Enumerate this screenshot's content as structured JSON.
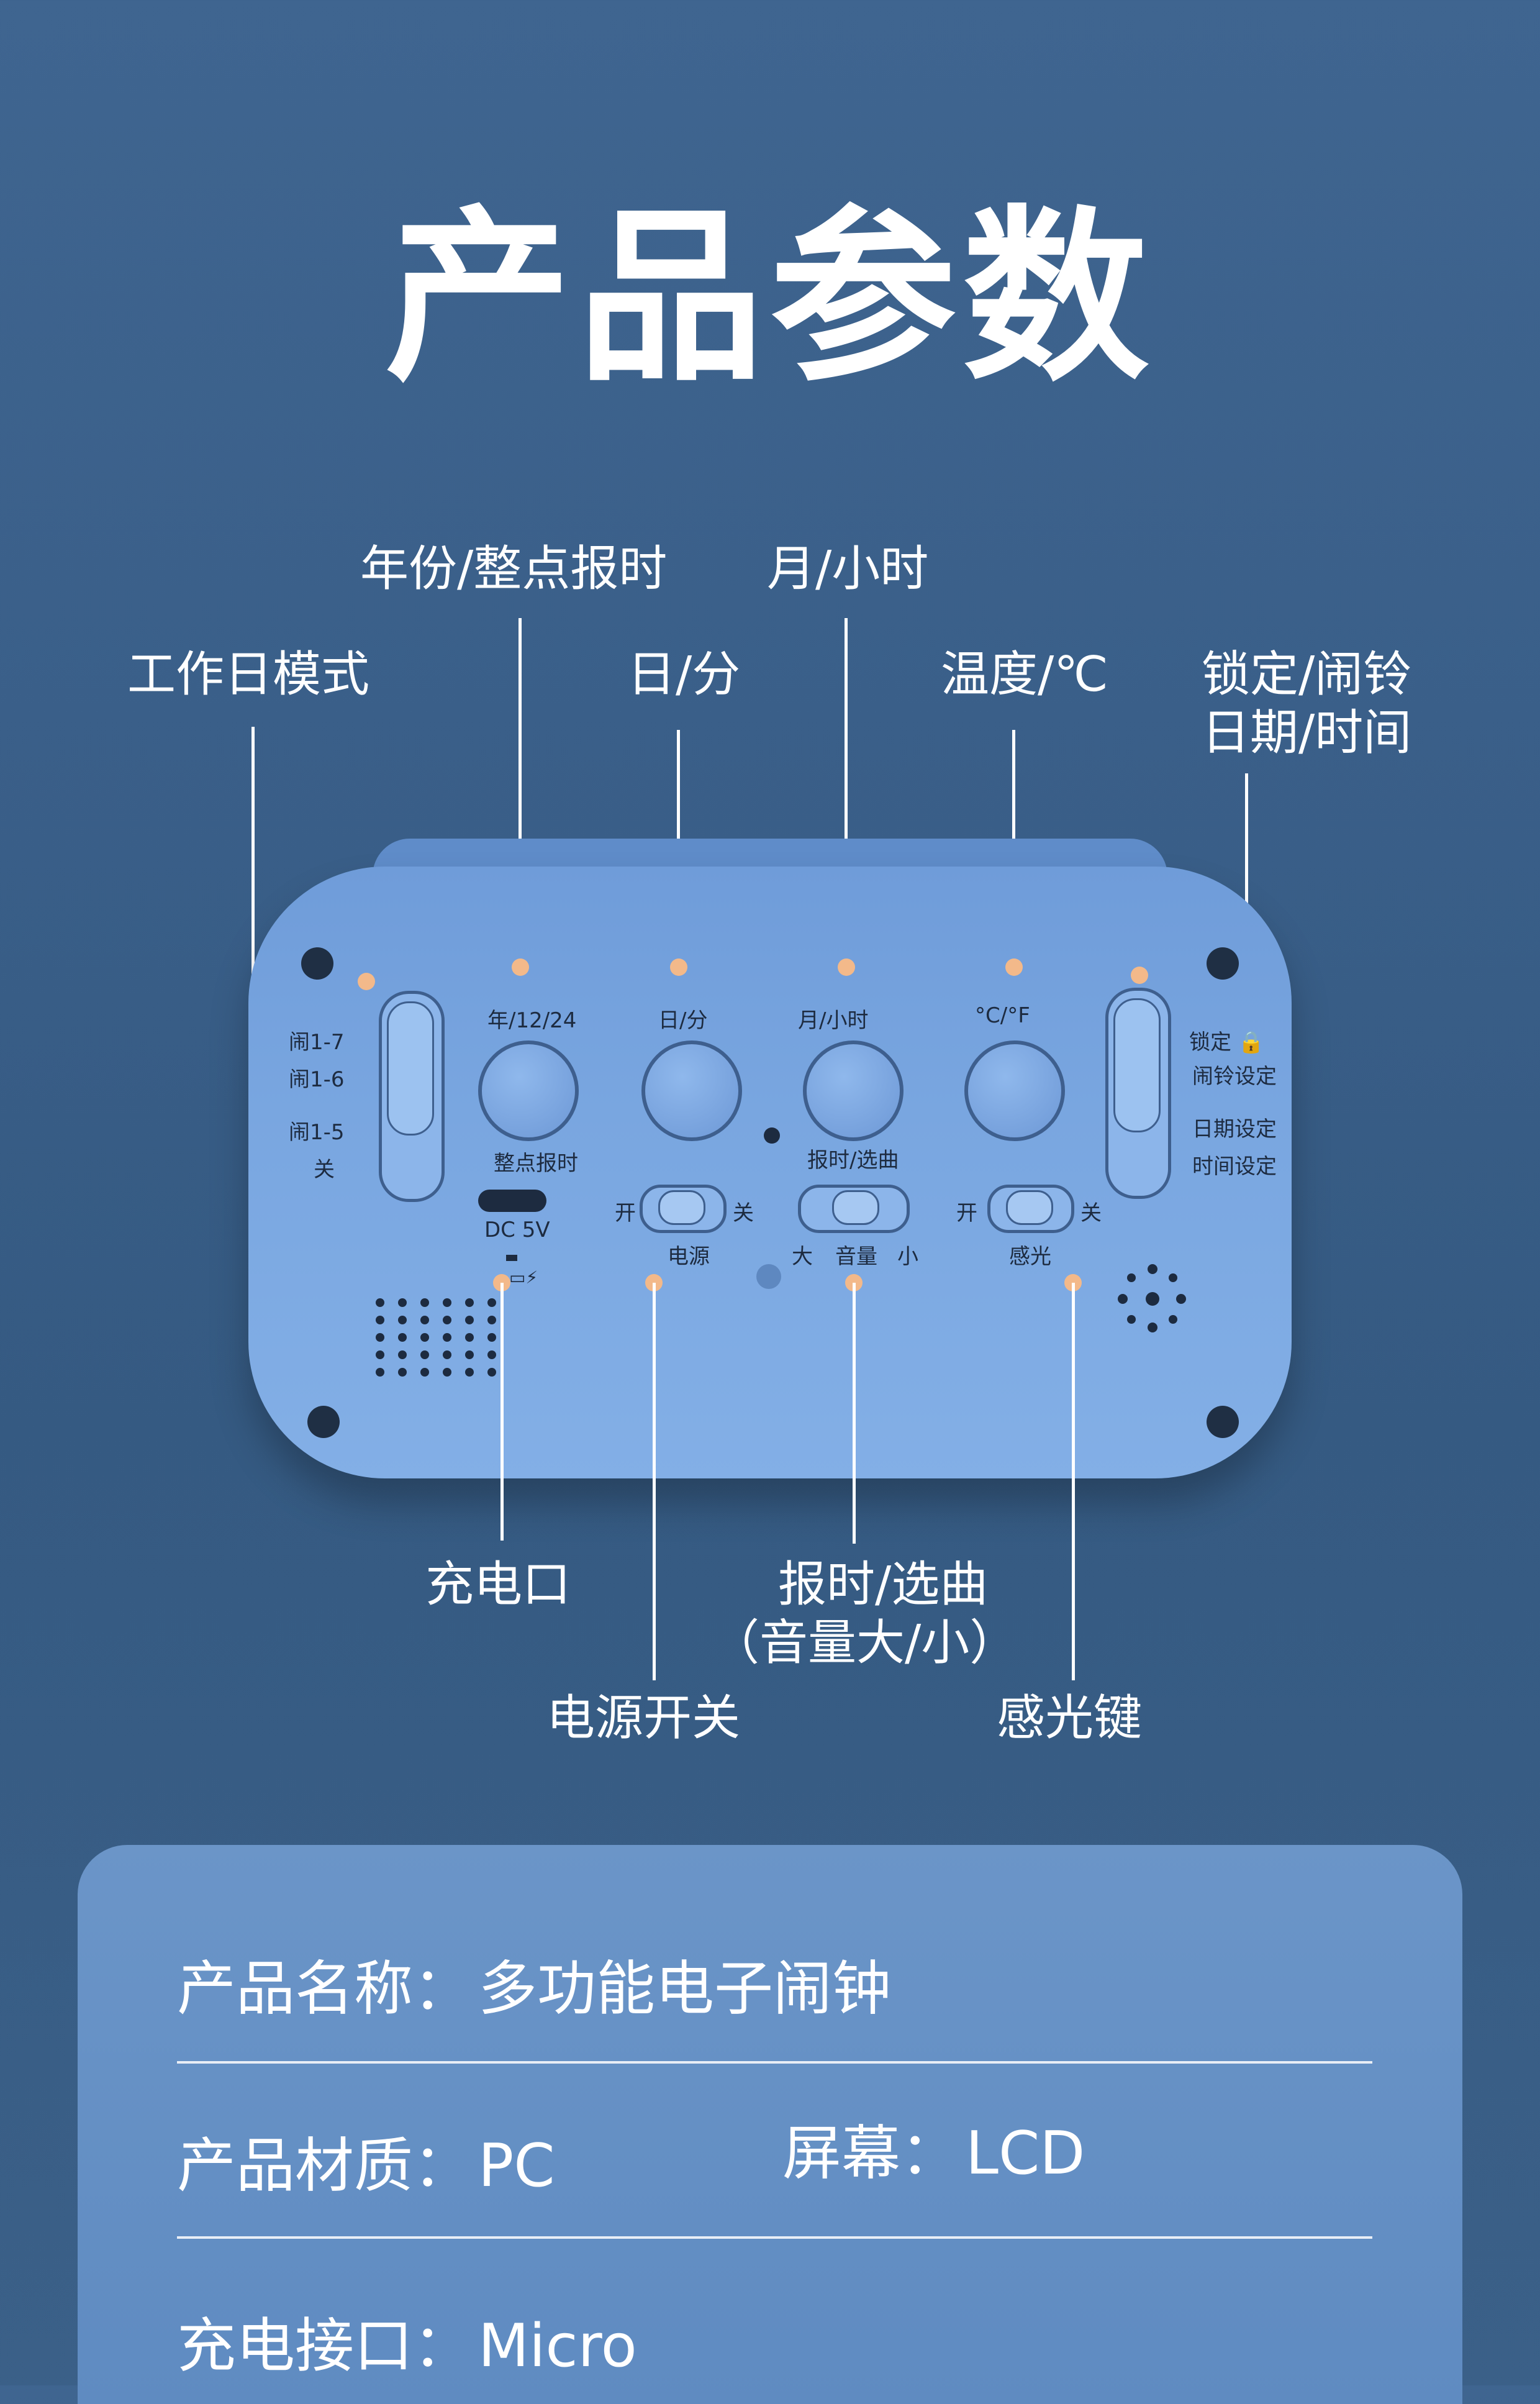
{
  "title": "产品参数",
  "callouts": {
    "workday": "工作日模式",
    "year": "年份/整点报时",
    "day": "日/分",
    "month": "月/小时",
    "temp": "温度/℃",
    "lock_line1": "锁定/闹铃",
    "lock_line2": "日期/时间",
    "charge": "充电口",
    "power": "电源开关",
    "chime_line1": "报时/选曲",
    "chime_line2": "（音量大/小）",
    "light": "感光键"
  },
  "clock_labels": {
    "alarm17": "闹1-7",
    "alarm16": "闹1-6",
    "alarm15": "闹1-5",
    "off": "关",
    "btn1_top": "年/12/24",
    "btn1_bottom": "整点报时",
    "btn2_top": "日/分",
    "btn3_top": "月/小时",
    "btn3_bottom": "报时/选曲",
    "btn4_top": "°C/°F",
    "lock": "锁定",
    "alarm_set": "闹铃设定",
    "date_set": "日期设定",
    "time_set": "时间设定",
    "dc": "DC  5V",
    "on1": "开",
    "off1": "关",
    "power": "电源",
    "big": "大",
    "volume": "音量",
    "smallv": "小",
    "on2": "开",
    "off2": "关",
    "light": "感光"
  },
  "specs": {
    "name_label": "产品名称：",
    "name_value": "多功能电子闹钟",
    "material_label": "产品材质：",
    "material_value": "PC",
    "screen_label": "屏幕：",
    "screen_value": "LCD",
    "port_label": "充电接口：",
    "port_value": "Micro"
  },
  "colors": {
    "background": "#3a5f89",
    "clock_body": "#79a6e0",
    "callout_dot": "#f3b98a",
    "panel": "#6390c5"
  }
}
